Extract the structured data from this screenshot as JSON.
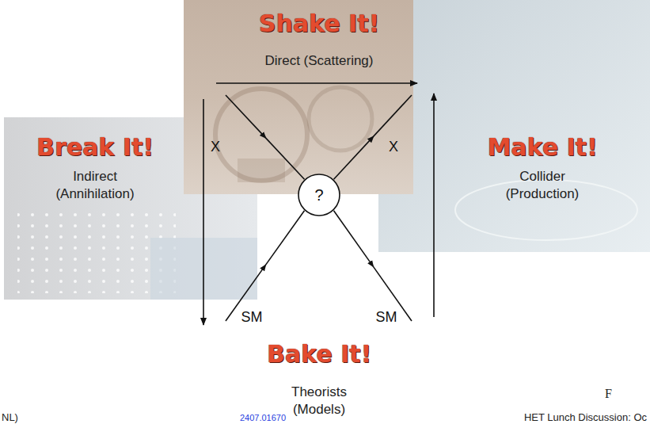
{
  "diagram": {
    "nodes": [
      {
        "text": [
          "Shake It!",
          "Direct (Scattering)"
        ]
      },
      {
        "text": [
          "Break It!",
          "Indirect (Annihilation)"
        ]
      },
      {
        "text": [
          "Make It!",
          "Collider (Production)"
        ]
      },
      {
        "text": [
          "?"
        ]
      }
    ],
    "labels": [
      "X",
      "X",
      "SM",
      "SM",
      "Bake It!",
      "Theorists (Models)",
      "F",
      "NL)",
      "2407.01670",
      "HET Lunch Discussion: Oc"
    ]
  }
}
